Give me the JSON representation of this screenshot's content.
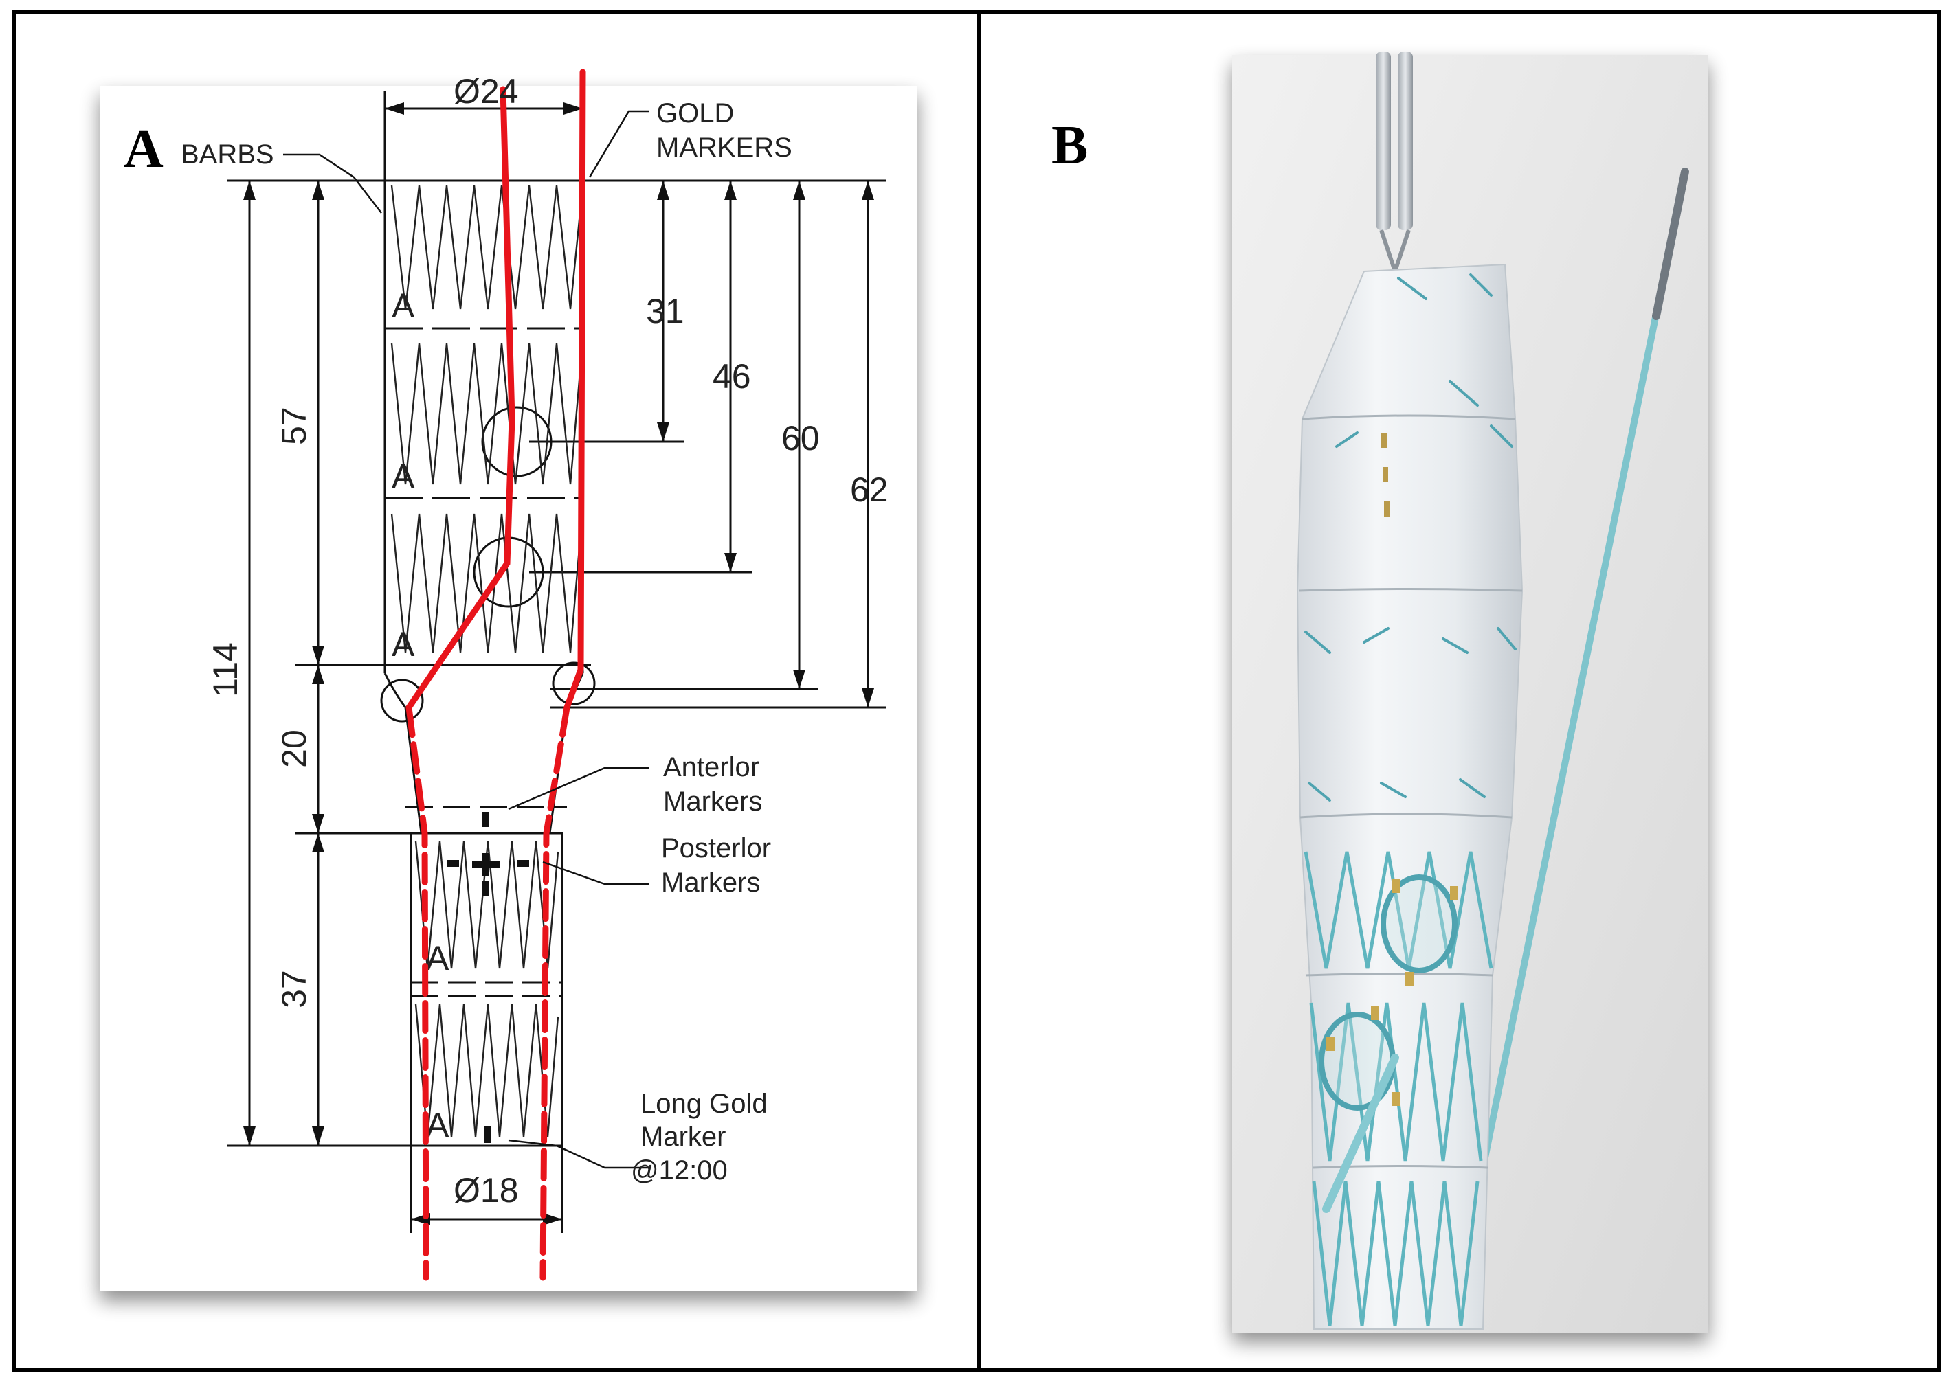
{
  "panel_a": {
    "label": "A",
    "barbs": "BARBS",
    "gold_markers_1": "GOLD",
    "gold_markers_2": "MARKERS",
    "diameter_top": "Ø24",
    "diameter_bottom": "Ø18",
    "dim_31": "31",
    "dim_46": "46",
    "dim_60": "60",
    "dim_62": "62",
    "dim_57": "57",
    "dim_114": "114",
    "dim_20": "20",
    "dim_37": "37",
    "anterior_1": "Anterlor",
    "anterior_2": "Markers",
    "posterior_1": "Posterlor",
    "posterior_2": "Markers",
    "long_gold_1": "Long Gold",
    "long_gold_2": "Marker",
    "long_gold_3": "@12:00",
    "stent_ring_letter": "A"
  },
  "panel_b": {
    "label": "B"
  },
  "colors": {
    "guidewire": "#e8141b",
    "suture": "#6fbfc7",
    "graft": "#e9ecef"
  }
}
